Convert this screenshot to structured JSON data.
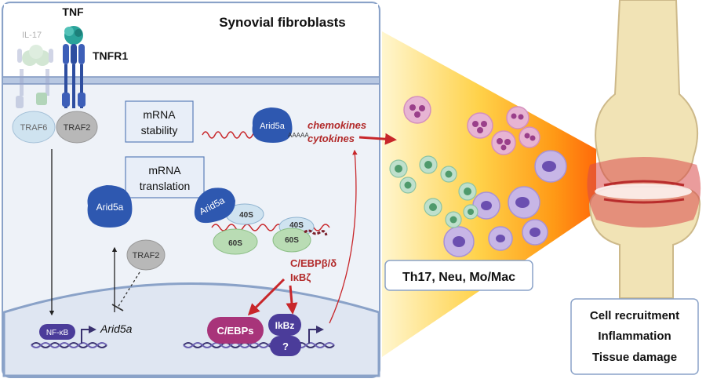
{
  "cell": {
    "title": "Synovial fibroblasts"
  },
  "receptors": {
    "tnf": "TNF",
    "tnfr1": "TNFR1",
    "il17": "IL-17",
    "traf6": "TRAF6",
    "traf2": "TRAF2",
    "traf2_inhibitor": "TRAF2"
  },
  "mechanisms": {
    "stability_line1": "mRNA",
    "stability_line2": "stability",
    "translation_line1": "mRNA",
    "translation_line2": "translation"
  },
  "molecules": {
    "arid5a_mrna": "Arid5a",
    "polya": "AAAAA",
    "arid5a_free": "Arid5a",
    "arid5a_ribosome": "Arid5a",
    "ribo40s_a": "40S",
    "ribo60s_a": "60S",
    "ribo40s_b": "40S",
    "ribo60s_b": "60S",
    "chemokines": "chemokines",
    "cytokines": "cytokines",
    "cebp_delta": "C/EBPβ/δ",
    "ikbz": "IκBζ"
  },
  "nucleus": {
    "nfkb": "NF-κB",
    "arid5a_gene": "Arid5a",
    "cebps": "C/EBPs",
    "ikbz_box": "IkBz",
    "unknown": "?"
  },
  "immune": {
    "label": "Th17, Neu, Mo/Mac"
  },
  "outcomes": {
    "line1": "Cell recruitment",
    "line2": "Inflammation",
    "line3": "Tissue damage"
  },
  "colors": {
    "cell_border": "#8aa2c8",
    "arid5a": "#2e58b0",
    "mrna": "#c8262a",
    "cebp": "#a8347a",
    "ikbz": "#4b3c9a",
    "outcome_border": "#8aa2c8"
  }
}
